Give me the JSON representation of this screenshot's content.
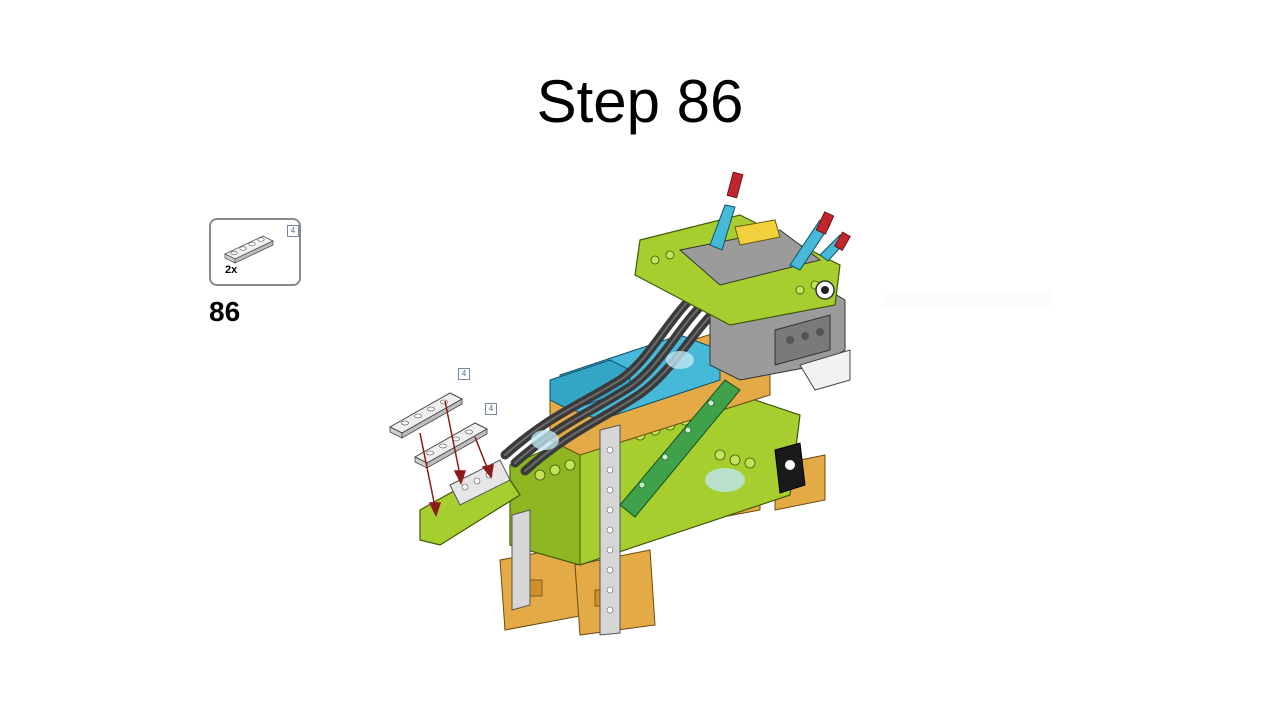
{
  "slide": {
    "title": "Step 86"
  },
  "parts_callout": {
    "quantity": "2x",
    "part_length": "4",
    "part_icon": "plate-1x4-icon"
  },
  "step_number": "86",
  "model_callouts": {
    "badge_1": "4",
    "badge_2": "4"
  },
  "colors": {
    "lime": "#a6ce2e",
    "light_blue": "#46b8d8",
    "orange": "#e4aa45",
    "dark_gray": "#5a5a5a",
    "light_gray": "#c9c9c9",
    "arrow": "#8b1a1a"
  }
}
